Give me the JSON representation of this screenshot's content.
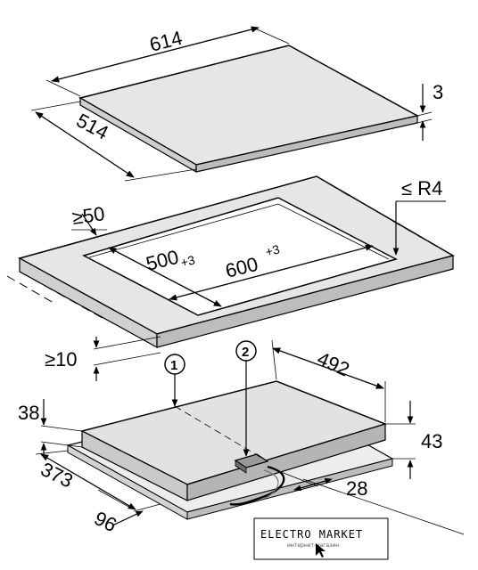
{
  "top_view": {
    "width": "614",
    "depth": "514",
    "thickness": "3"
  },
  "cutout_view": {
    "radius": "≤ R4",
    "min_edge": "≥50",
    "cut_depth": "500",
    "cut_depth_tol": "+3",
    "cut_width": "600",
    "cut_width_tol": "+3",
    "min_thickness": "≥10"
  },
  "bottom_view": {
    "callout_1": "1",
    "callout_2": "2",
    "body_width": "492",
    "left_height": "38",
    "right_height": "43",
    "depth": "373",
    "offset": "96",
    "connector_offset": "28"
  },
  "watermark": {
    "brand": "ELECTRO MARKET",
    "tagline": "интернет-магазин"
  }
}
